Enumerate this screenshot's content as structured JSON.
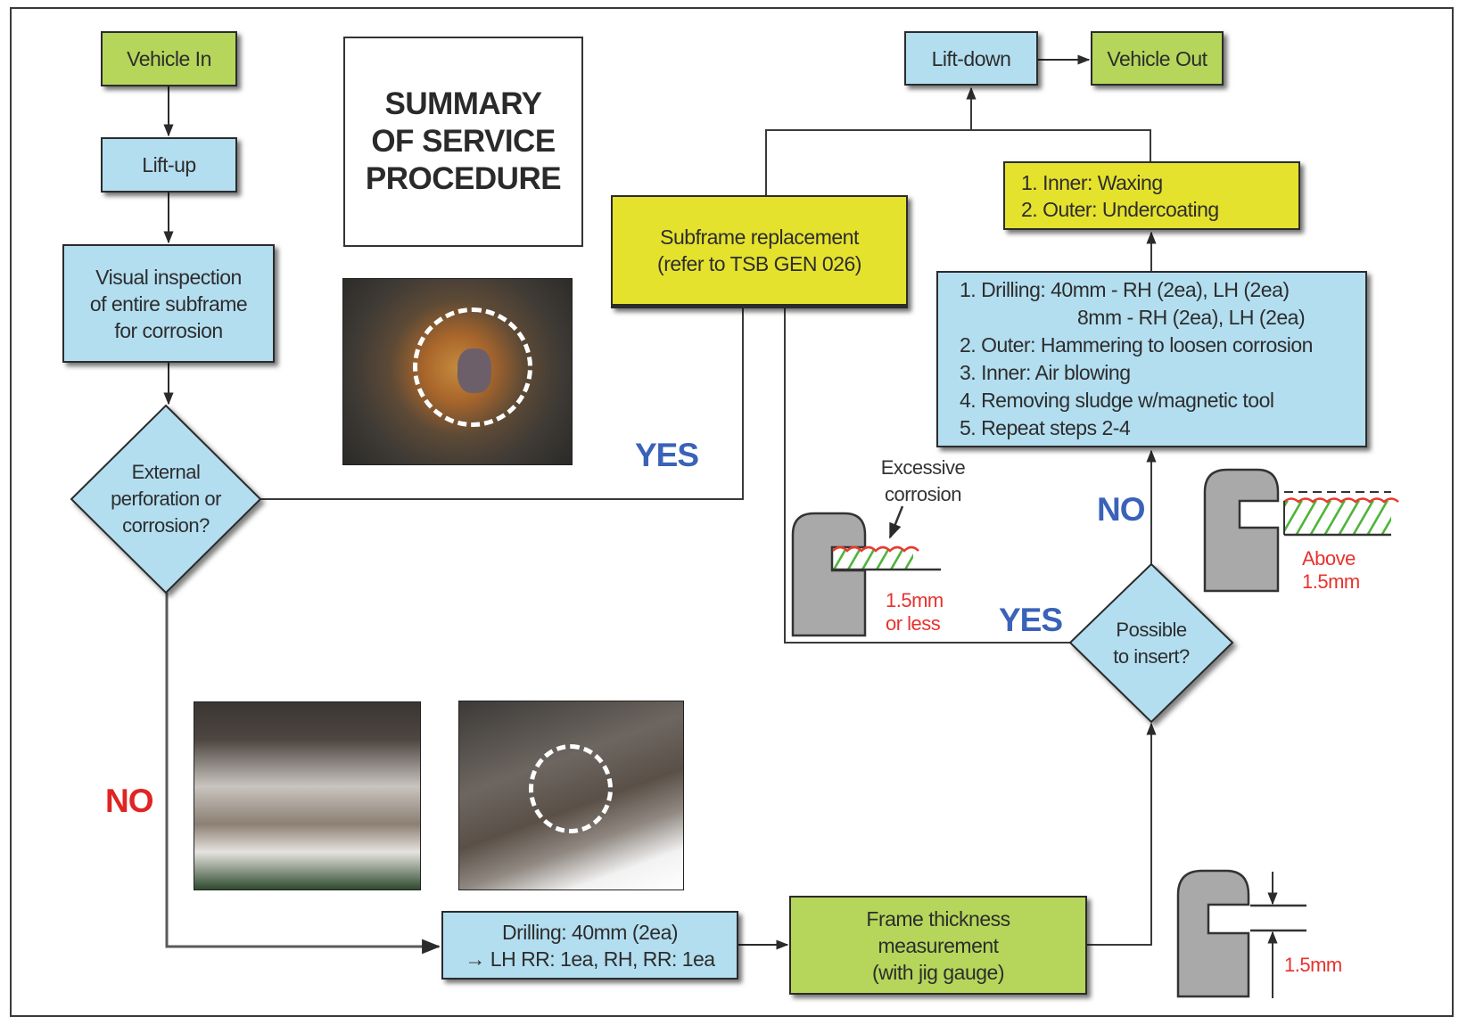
{
  "title": {
    "lines": [
      "SUMMARY",
      "OF SERVICE",
      "PROCEDURE"
    ]
  },
  "nodes": {
    "vehicle_in": "Vehicle In",
    "lift_up": "Lift-up",
    "visual_inspection": [
      "Visual inspection",
      "of entire subframe",
      "for corrosion"
    ],
    "decision_external": [
      "External",
      "perforation or",
      "corrosion?"
    ],
    "subframe_replacement": [
      "Subframe replacement",
      "(refer to TSB GEN 026)"
    ],
    "waxing": [
      "1. Inner: Waxing",
      "2. Outer: Undercoating"
    ],
    "lift_down": "Lift-down",
    "vehicle_out": "Vehicle Out",
    "repair_steps": [
      "1. Drilling: 40mm - RH (2ea), LH (2ea)",
      "8mm - RH (2ea), LH (2ea)",
      "2. Outer: Hammering to loosen corrosion",
      "3. Inner: Air blowing",
      "4. Removing sludge w/magnetic tool",
      "5. Repeat steps 2-4"
    ],
    "decision_insert": [
      "Possible",
      "to insert?"
    ],
    "drilling": [
      "Drilling: 40mm (2ea)",
      "→ LH RR: 1ea, RH, RR: 1ea"
    ],
    "frame_thickness": [
      "Frame thickness",
      "measurement",
      "(with jig gauge)"
    ]
  },
  "labels": {
    "yes_top": "YES",
    "no_left": "NO",
    "no_right": "NO",
    "yes_bottom": "YES"
  },
  "annotations": {
    "excessive_corrosion": [
      "Excessive",
      "corrosion"
    ],
    "thin_limit": [
      "1.5mm",
      "or less"
    ],
    "thick_limit": [
      "Above",
      "1.5mm"
    ],
    "gauge_dimension": "1.5mm"
  },
  "photos": {
    "corrosion_photo": "corroded-subframe-photo",
    "underbody_photo": "underbody-photo",
    "drilling_photo": "drilling-photo"
  },
  "colors": {
    "green_box": "#b5d65a",
    "blue_box": "#b3def0",
    "yellow_box": "#e5e22e",
    "yes_label": "#3a62b8",
    "no_label_red": "#e02424",
    "measure_red": "#e8322e"
  }
}
